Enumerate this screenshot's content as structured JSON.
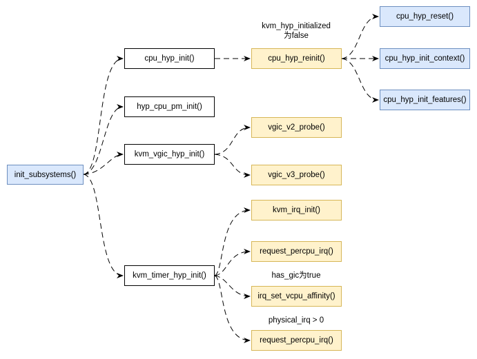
{
  "nodes": {
    "init_subsystems": "init_subsystems()",
    "cpu_hyp_init": "cpu_hyp_init()",
    "hyp_cpu_pm_init": "hyp_cpu_pm_init()",
    "kvm_vgic_hyp_init": "kvm_vgic_hyp_init()",
    "kvm_timer_hyp_init": "kvm_timer_hyp_init()",
    "cpu_hyp_reinit": "cpu_hyp_reinit()",
    "cpu_hyp_reset": "cpu_hyp_reset()",
    "cpu_hyp_init_context": "cpu_hyp_init_context()",
    "cpu_hyp_init_features": "cpu_hyp_init_features()",
    "vgic_v2_probe": "vgic_v2_probe()",
    "vgic_v3_probe": "vgic_v3_probe()",
    "kvm_irq_init": "kvm_irq_init()",
    "request_percpu_irq_1": "request_percpu_irq()",
    "irq_set_vcpu_affinity": "irq_set_vcpu_affinity()",
    "request_percpu_irq_2": "request_percpu_irq()"
  },
  "labels": {
    "kvm_hyp_initialized_line1": "kvm_hyp_initialized",
    "kvm_hyp_initialized_line2": "为false",
    "has_gic": "has_gic为true",
    "physical_irq": "physical_irq > 0"
  },
  "colors": {
    "white_fill": "#ffffff",
    "blue_fill": "#dae8fc",
    "blue_stroke": "#6c8ebf",
    "yellow_fill": "#fff2cc",
    "yellow_stroke": "#d6b656"
  }
}
